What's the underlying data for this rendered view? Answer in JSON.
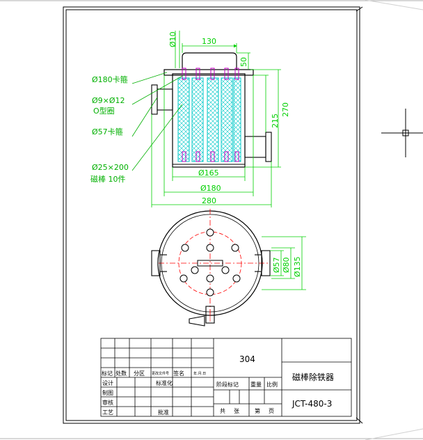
{
  "drawing": {
    "dimensions": {
      "d10": "Ø10",
      "w130": "130",
      "h50": "50",
      "h270": "270",
      "h215": "215",
      "d165": "Ø165",
      "d180b": "Ø180",
      "w280": "280",
      "d57": "Ø57",
      "d80": "Ø80",
      "d135": "Ø135"
    },
    "labels": {
      "clamp180": "Ø180卡箍",
      "oring_size": "Ø9×Ø12",
      "oring": "O型圈",
      "clamp57": "Ø57卡箍",
      "rod_size": "Ø25×200",
      "rod_count": "磁棒 10件"
    },
    "colors": {
      "outline": "#000000",
      "dimension": "#00d000",
      "rod": "#00c8c8",
      "stud": "#c000c0",
      "center": "#ff0000"
    }
  },
  "title_block": {
    "material": "304",
    "product_name": "磁棒除铁器",
    "drawing_no": "JCT-480-3",
    "rev_headers": [
      "标记",
      "处数",
      "分区",
      "更改文件号",
      "签名",
      "年.月.日"
    ],
    "design": "设计",
    "standardize": "标准化",
    "draw": "制图",
    "check": "审核",
    "process": "工艺",
    "approve": "批准",
    "stage_mark": "阶段标记",
    "weight": "重量",
    "scale": "比例",
    "total": "共",
    "sheets": "张",
    "page_no": "第",
    "page": "页"
  }
}
